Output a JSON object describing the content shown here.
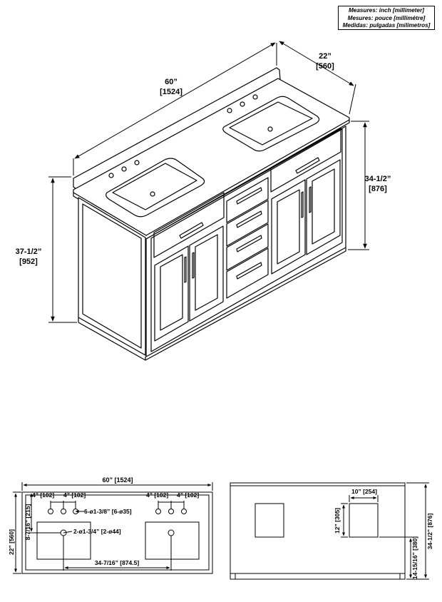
{
  "legend": {
    "line1": "Measures: inch [millimeter]",
    "line2": "Mesures: pouce [millimètre]",
    "line3": "Medidas: pulgadas [milimetros]"
  },
  "iso": {
    "depth_in": "22”",
    "depth_mm": "[560]",
    "width_in": "60”",
    "width_mm": "[1524]",
    "cabinet_height_in": "34-1/2”",
    "cabinet_height_mm": "[876]",
    "total_height_in": "37-1/2”",
    "total_height_mm": "[952]"
  },
  "top_view": {
    "width": "60” [1524]",
    "spacing_left_a": "4” [102]",
    "spacing_left_b": "4” [102]",
    "spacing_right_a": "4” [102]",
    "spacing_right_b": "4” [102]",
    "faucet_holes": "6-ø1-3/8” [6-ø35]",
    "drain_holes": "2-ø1-3/4” [2-ø44]",
    "sink_offset": "8-7/16” [215]",
    "depth": "22” [560]",
    "drain_spacing": "34-7/16” [874.5]"
  },
  "back_view": {
    "cutout_width": "10” [254]",
    "cutout_height": "12” [305]",
    "cutout_offset": "14-15/16” [380]",
    "height": "34-1/2” [876]"
  }
}
